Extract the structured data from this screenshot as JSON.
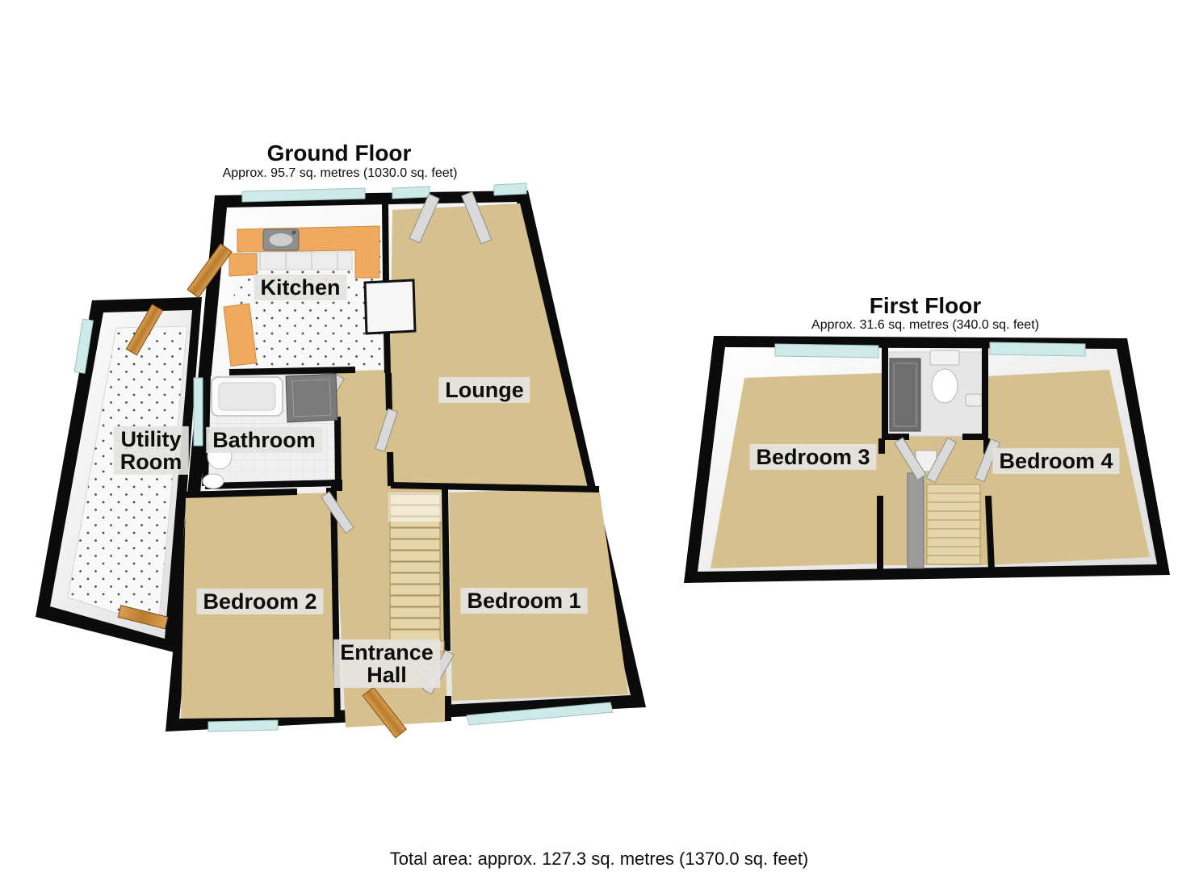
{
  "page": {
    "background": "#ffffff"
  },
  "ground_floor": {
    "title": "Ground Floor",
    "area": "Approx. 95.7 sq. metres (1030.0 sq. feet)",
    "rooms": {
      "kitchen": "Kitchen",
      "lounge": "Lounge",
      "utility_line1": "Utility",
      "utility_line2": "Room",
      "bathroom": "Bathroom",
      "bedroom2": "Bedroom 2",
      "bedroom1": "Bedroom 1",
      "entrance_line1": "Entrance",
      "entrance_line2": "Hall"
    }
  },
  "first_floor": {
    "title": "First Floor",
    "area": "Approx. 31.6 sq. metres (340.0 sq. feet)",
    "rooms": {
      "bedroom3": "Bedroom 3",
      "bedroom4": "Bedroom 4"
    }
  },
  "footer": {
    "total_area": "Total area: approx. 127.3 sq. metres (1370.0 sq. feet)"
  },
  "colors": {
    "wall": "#0b0b0b",
    "wall_face": "#f7f7f7",
    "carpet": "#d6c08e",
    "hard_floor_dot": "#4a4a4a",
    "window_glass": "#cde9e8",
    "wood_door": "#c68a3f",
    "kitchen_counter": "#f0a95e",
    "stair_tread": "#e6d5a8",
    "shower_unit": "#6e6e6e",
    "label_background": "#e5e4e1"
  }
}
